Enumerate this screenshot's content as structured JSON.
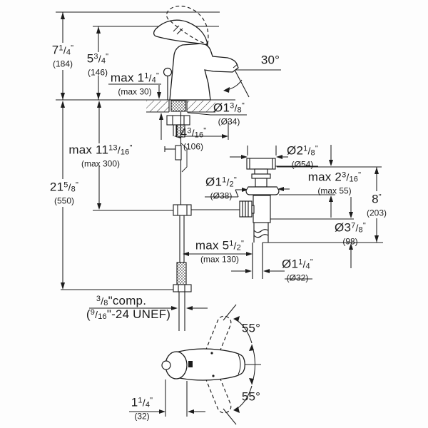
{
  "drawing": {
    "kind": "faucet installation dimension drawing",
    "line_color": "#1c1c1c",
    "background": "#ffffff",
    "dims": {
      "total_height": {
        "whole": "7",
        "num": "1",
        "den": "4",
        "unit": "\"",
        "metric": "(184)"
      },
      "handle_height": {
        "whole": "5",
        "num": "3",
        "den": "4",
        "unit": "\"",
        "metric": "(146)"
      },
      "max_deck_thickness": {
        "pre": "max ",
        "whole": "1",
        "num": "1",
        "den": "4",
        "unit": "\"",
        "metric": "(max 30)"
      },
      "spout_angle": {
        "deg": "30°"
      },
      "mounting_hole_dia": {
        "pre": "Ø",
        "whole": "1",
        "num": "3",
        "den": "8",
        "unit": "\"",
        "metric": "(Ø34)"
      },
      "spout_reach": {
        "whole": "4",
        "num": "3",
        "den": "16",
        "unit": "\"",
        "metric": "(106)"
      },
      "max_rod_length": {
        "pre": "max ",
        "whole": "11",
        "num": "13",
        "den": "16",
        "unit": "\"",
        "metric": "(max 300)"
      },
      "supply_hose_length": {
        "whole": "21",
        "num": "5",
        "den": "8",
        "unit": "\"",
        "metric": "(550)"
      },
      "drain_flange_dia": {
        "pre": "Ø",
        "whole": "2",
        "num": "1",
        "den": "8",
        "unit": "\"",
        "metric": "(Ø54)"
      },
      "max_drain_deck": {
        "pre": "max ",
        "whole": "2",
        "num": "3",
        "den": "16",
        "unit": "\"",
        "metric": "(max 55)"
      },
      "drain_height": {
        "whole": "8",
        "unit": "\"",
        "metric": "(203)"
      },
      "drain_stopper_dia": {
        "pre": "Ø",
        "whole": "1",
        "num": "1",
        "den": "2",
        "unit": "\"",
        "metric": "(Ø38)"
      },
      "drain_body_dim": {
        "pre": "Ø",
        "whole": "3",
        "num": "7",
        "den": "8",
        "unit": "\"",
        "metric": "(98)"
      },
      "max_drain_offset": {
        "pre": "max ",
        "whole": "5",
        "num": "1",
        "den": "2",
        "unit": "\"",
        "metric": "(max 130)"
      },
      "tailpipe_dia": {
        "pre": "Ø",
        "whole": "1",
        "num": "1",
        "den": "4",
        "unit": "\"",
        "metric": "(Ø32)"
      },
      "handle_swing_upper": {
        "deg": "55°"
      },
      "handle_swing_lower": {
        "deg": "55°"
      },
      "base_offset": {
        "whole": "1",
        "num": "1",
        "den": "4",
        "unit": "\"",
        "metric": "(32)"
      }
    },
    "supply_connection": {
      "line1": {
        "num": "3",
        "den": "8",
        "suffix": "\"comp."
      },
      "line2": {
        "pre": "(",
        "num": "9",
        "den": "16",
        "suffix": "\"-24 UNEF)"
      }
    }
  }
}
